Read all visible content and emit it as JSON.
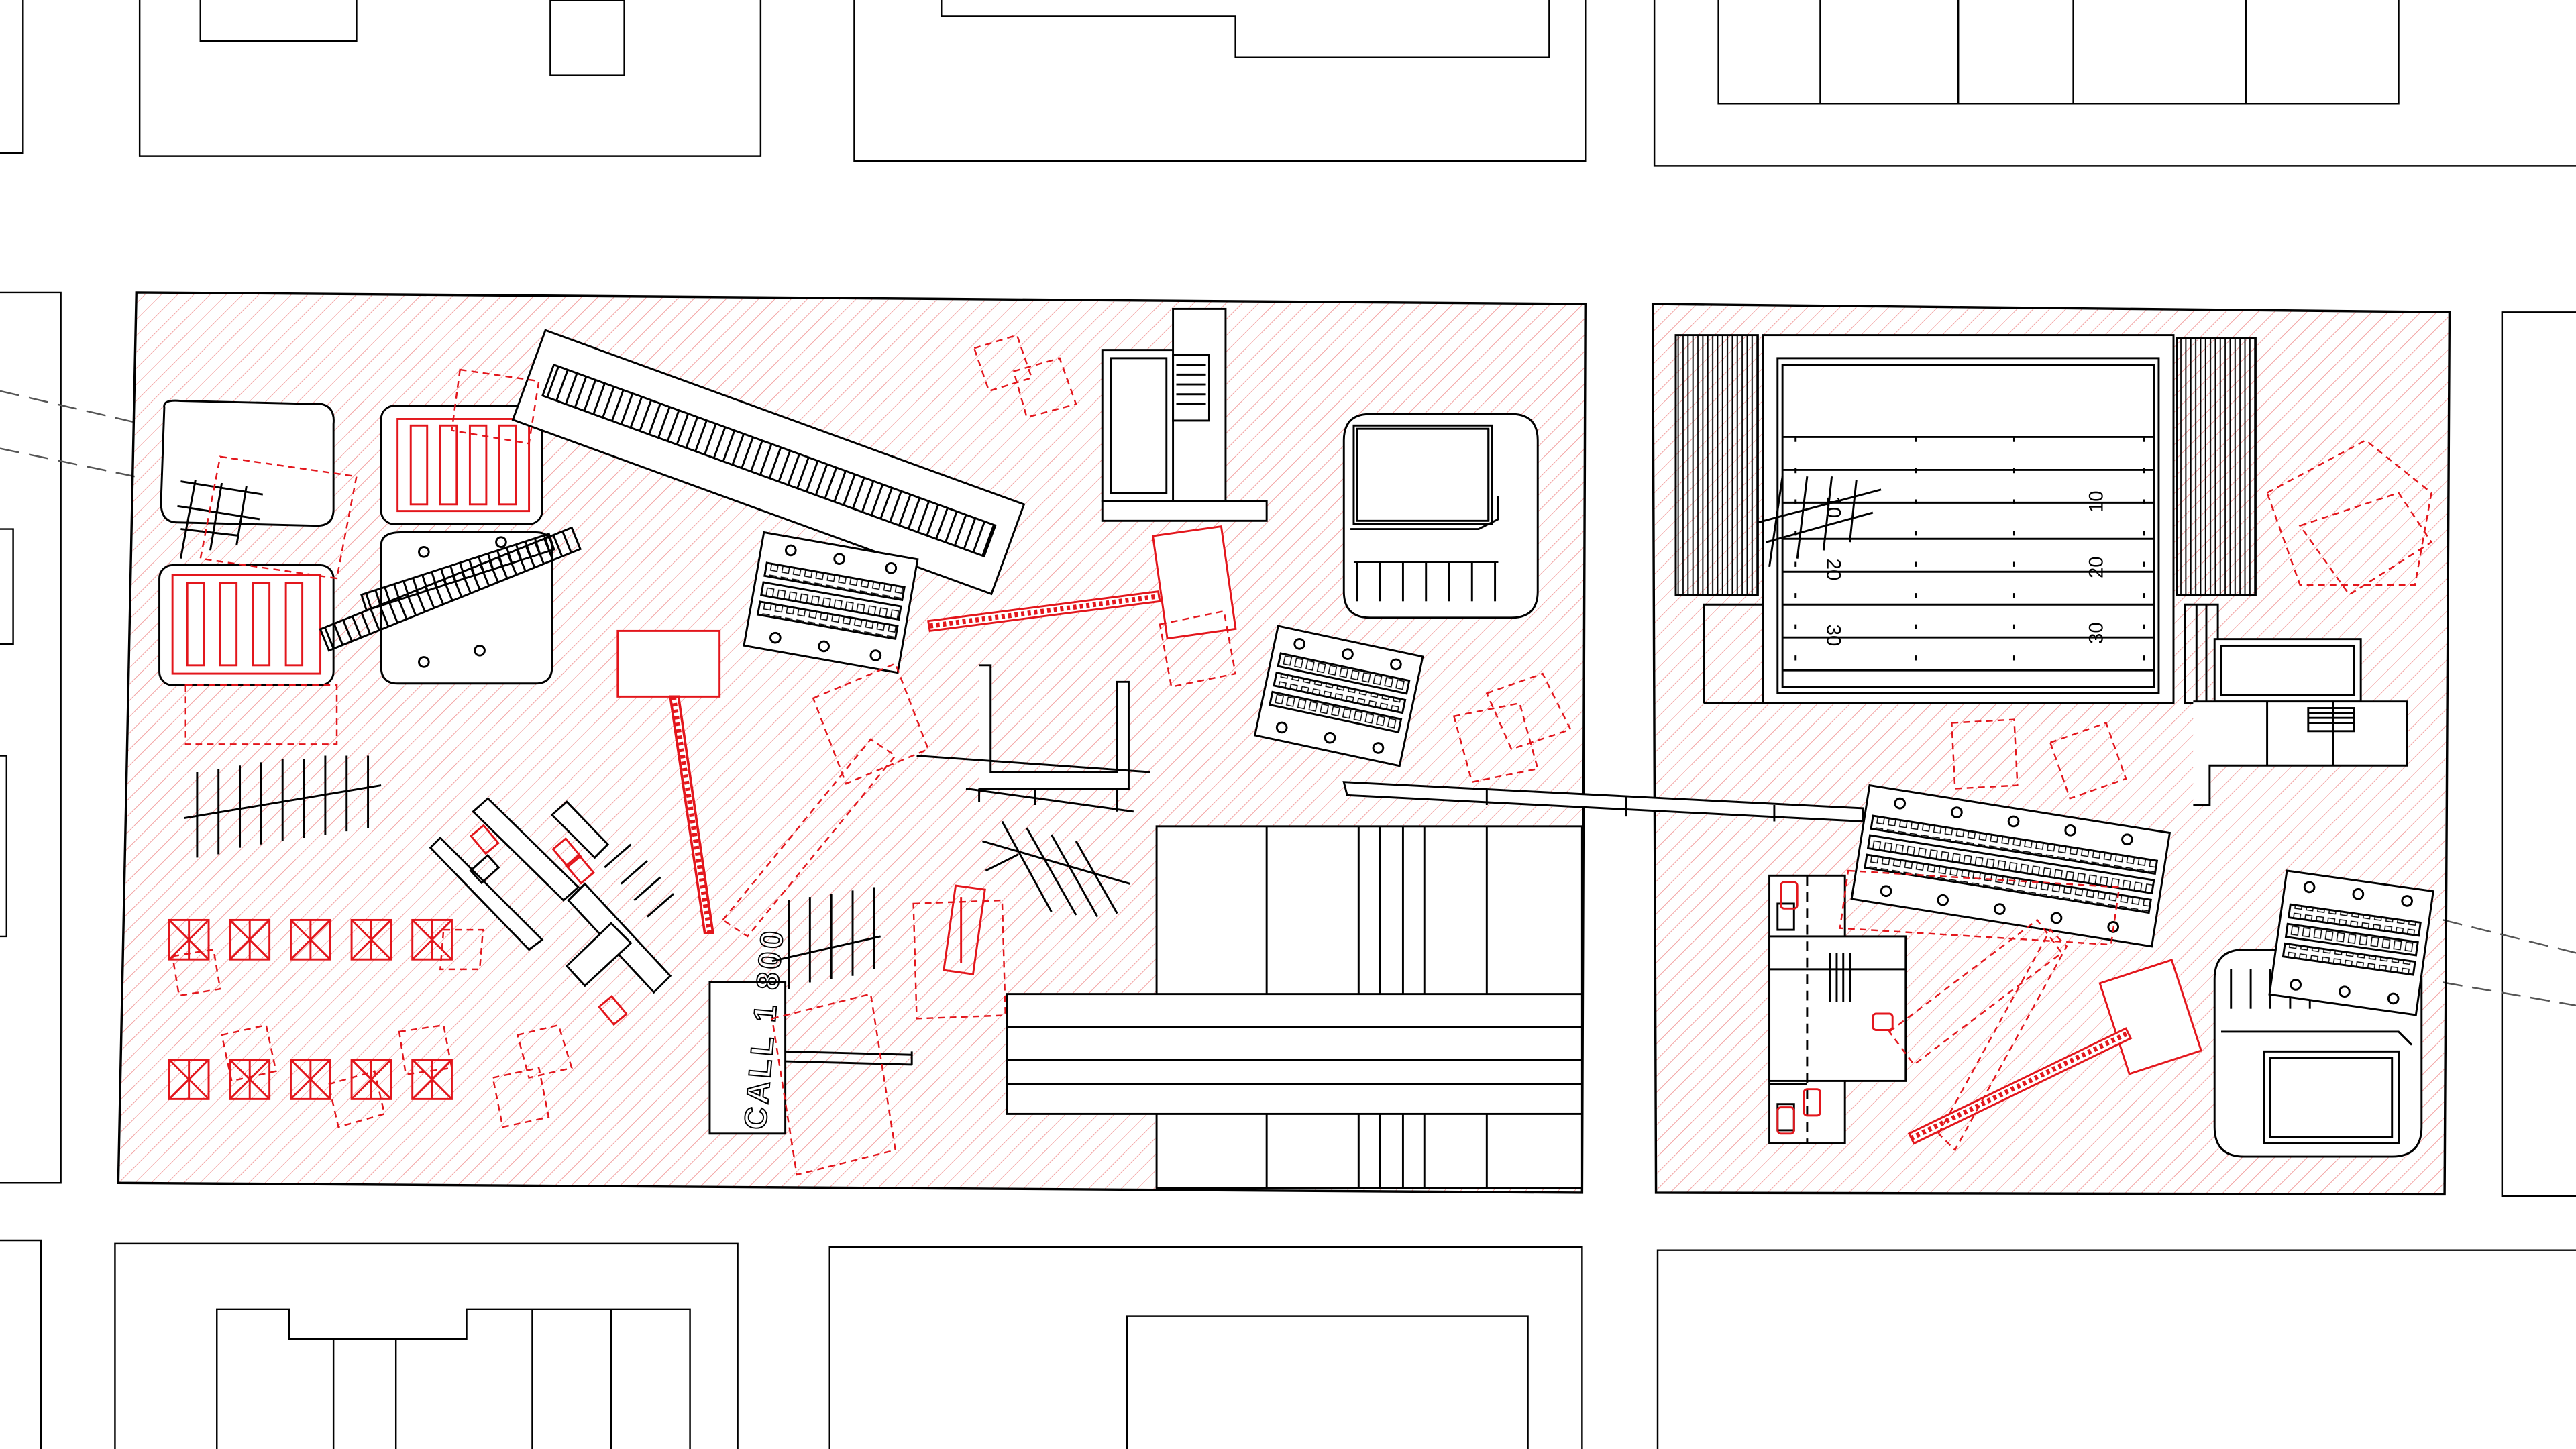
{
  "sign": {
    "text": "CALL 1 800"
  },
  "field": {
    "yard_numbers": [
      "10",
      "20",
      "30",
      "10",
      "20",
      "30"
    ]
  },
  "colors": {
    "ink": "#000000",
    "red": "#e3161c",
    "hatch": "#f2a0a0",
    "background": "#ffffff"
  }
}
